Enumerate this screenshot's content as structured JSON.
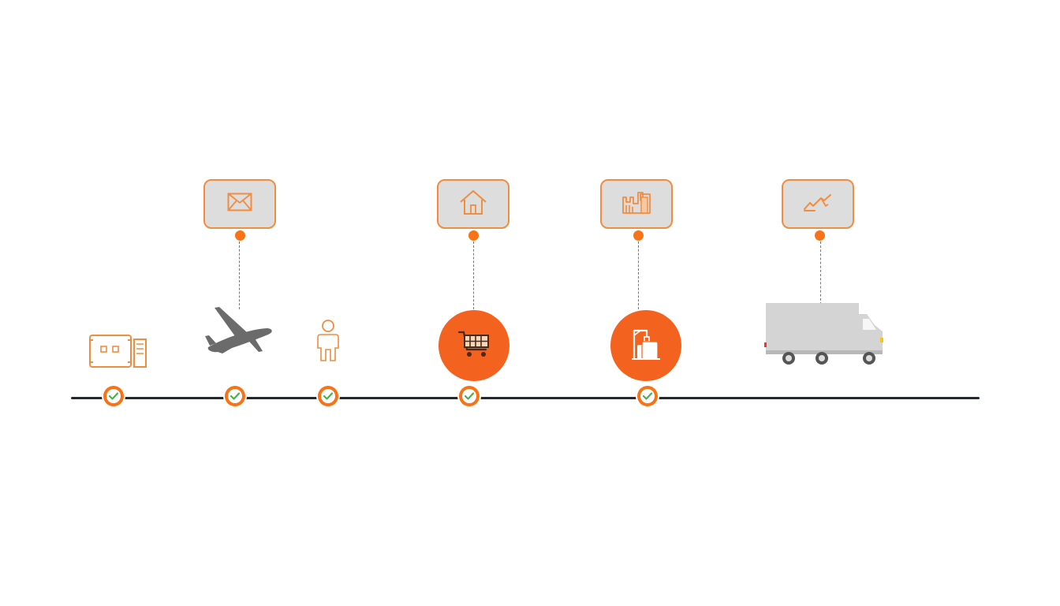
{
  "colors": {
    "accent": "#f97316",
    "accent_dark": "#f4621f",
    "line": "#1f2937",
    "box_fill": "#dddddd",
    "icon_gray": "#6b6b6b",
    "check": "#4caf50"
  },
  "stages": [
    {
      "id": "stage-1",
      "icon": "warehouse-server-icon",
      "completed": true
    },
    {
      "id": "stage-2",
      "icon": "airplane-icon",
      "callout_icon": "envelope-icon",
      "completed": true
    },
    {
      "id": "stage-3",
      "icon": "person-icon",
      "completed": true
    },
    {
      "id": "stage-4",
      "icon": "shopping-cart-icon",
      "callout_icon": "house-icon",
      "completed": true
    },
    {
      "id": "stage-5",
      "icon": "crane-cargo-icon",
      "callout_icon": "factory-icon",
      "completed": true
    },
    {
      "id": "stage-6",
      "icon": "delivery-truck-icon",
      "callout_icon": "handshake-icon",
      "completed": false
    }
  ]
}
